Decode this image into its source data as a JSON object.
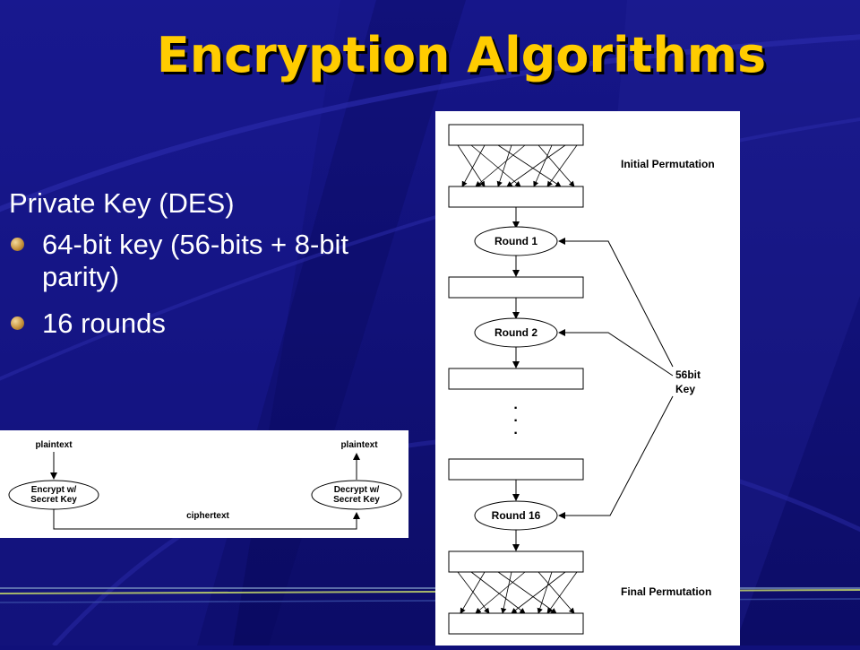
{
  "slide": {
    "title": "Encryption Algorithms",
    "heading": "Private Key (DES)",
    "bullets": [
      "64-bit key (56-bits + 8-bit parity)",
      "16 rounds"
    ]
  },
  "des_diagram": {
    "initial_permutation_label": "Initial Permutation",
    "final_permutation_label": "Final Permutation",
    "round_labels": [
      "Round 1",
      "Round 2",
      "Round 16"
    ],
    "key_label_line1": "56bit",
    "key_label_line2": "Key",
    "ellipsis": "·"
  },
  "crypto_diagram": {
    "plaintext_left": "plaintext",
    "plaintext_right": "plaintext",
    "encrypt_line1": "Encrypt w/",
    "encrypt_line2": "Secret Key",
    "decrypt_line1": "Decrypt w/",
    "decrypt_line2": "Secret Key",
    "ciphertext": "ciphertext"
  },
  "colors": {
    "background": "#10107a",
    "title": "#ffcc00",
    "text": "#ffffff",
    "accent_line": "#b7c96a"
  }
}
